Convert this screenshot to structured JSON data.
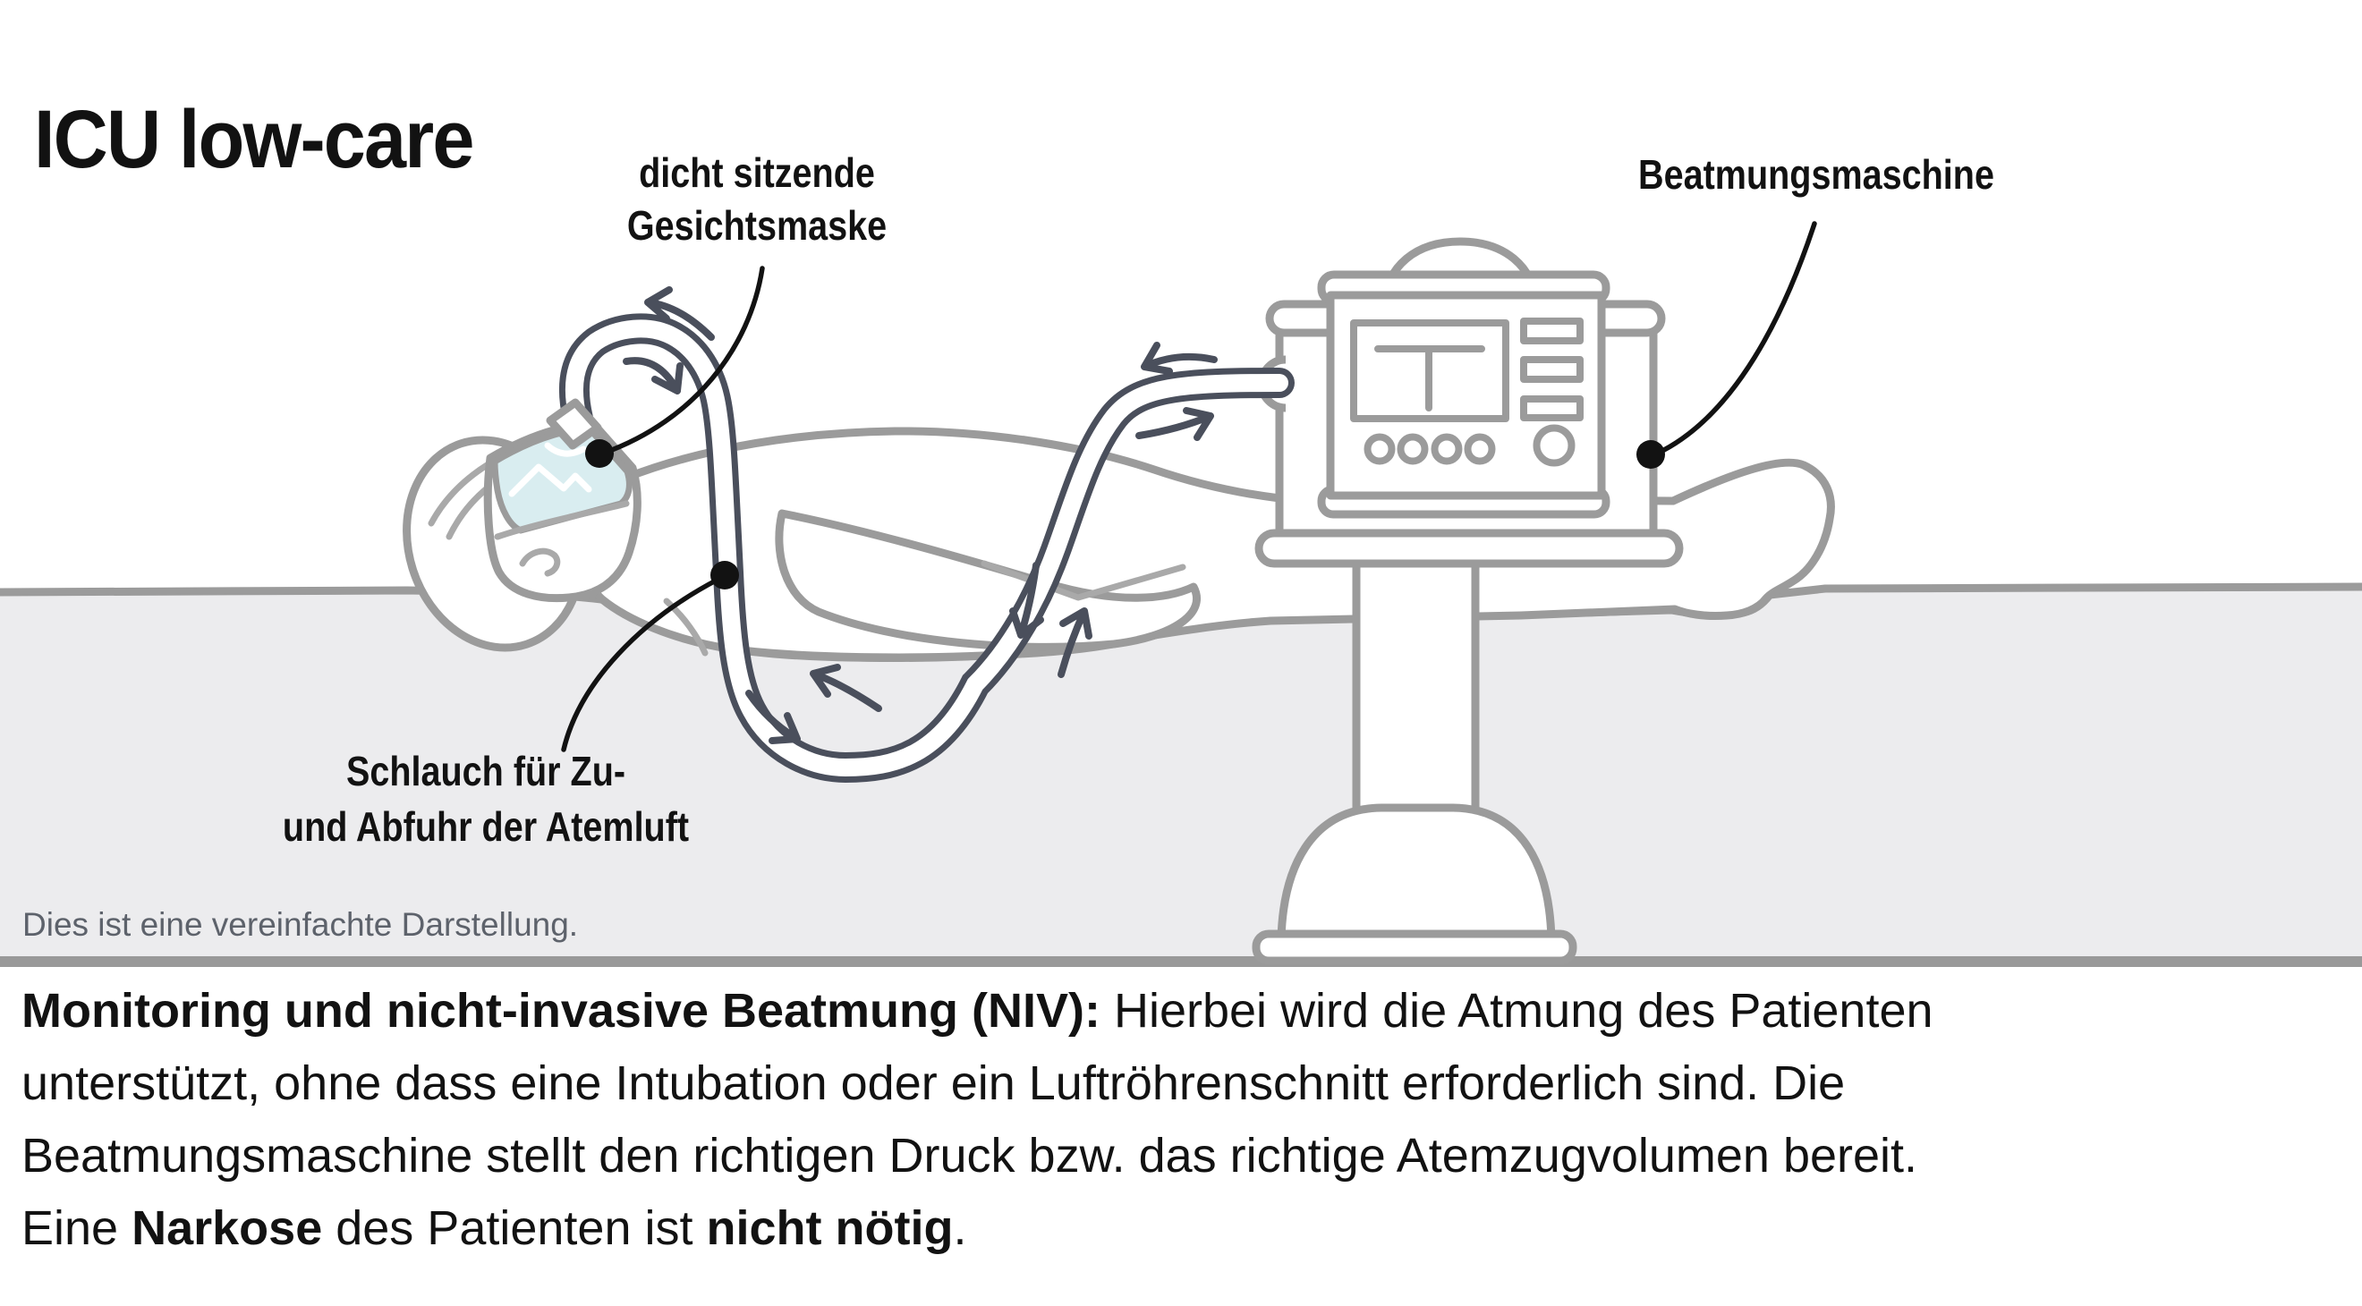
{
  "title": "ICU low-care",
  "illustration": {
    "labels": {
      "mask": {
        "line1": "dicht sitzende",
        "line2": "Gesichtsmaske"
      },
      "machine": {
        "line1": "Beatmungsmaschine"
      },
      "tube": {
        "line1": "Schlauch für Zu-",
        "line2": "und Abfuhr der Atemluft"
      }
    },
    "note": "Dies ist eine vereinfachte Darstellung.",
    "icons": [
      "face-mask",
      "ventilator",
      "breathing-tube",
      "patient",
      "airflow-arrows"
    ]
  },
  "caption": {
    "lines": [
      [
        {
          "t": "Monitoring und nicht-invasive Beatmung (NIV):",
          "b": true
        },
        {
          "t": " Hierbei wird die Atmung des Patienten",
          "b": false
        }
      ],
      [
        {
          "t": "unterstützt, ohne dass eine Intubation oder ein Luftröhrenschnitt erforderlich sind. Die",
          "b": false
        }
      ],
      [
        {
          "t": "Beatmungsmaschine stellt den richtigen Druck bzw. das richtige Atemzugvolumen bereit.",
          "b": false
        }
      ],
      [
        {
          "t": "Eine ",
          "b": false
        },
        {
          "t": "Narkose",
          "b": true
        },
        {
          "t": " des Patienten ist ",
          "b": false
        },
        {
          "t": "nicht nötig",
          "b": true
        },
        {
          "t": ".",
          "b": false
        }
      ]
    ]
  },
  "colors": {
    "outline": "#9b9b9b",
    "outline_light": "#a9a9a9",
    "bed": "#ececee",
    "floor": "#999999",
    "tube": "#4a4f5c",
    "ink": "#121212",
    "note": "#5d626b",
    "mask_window": "#d9edf0"
  }
}
